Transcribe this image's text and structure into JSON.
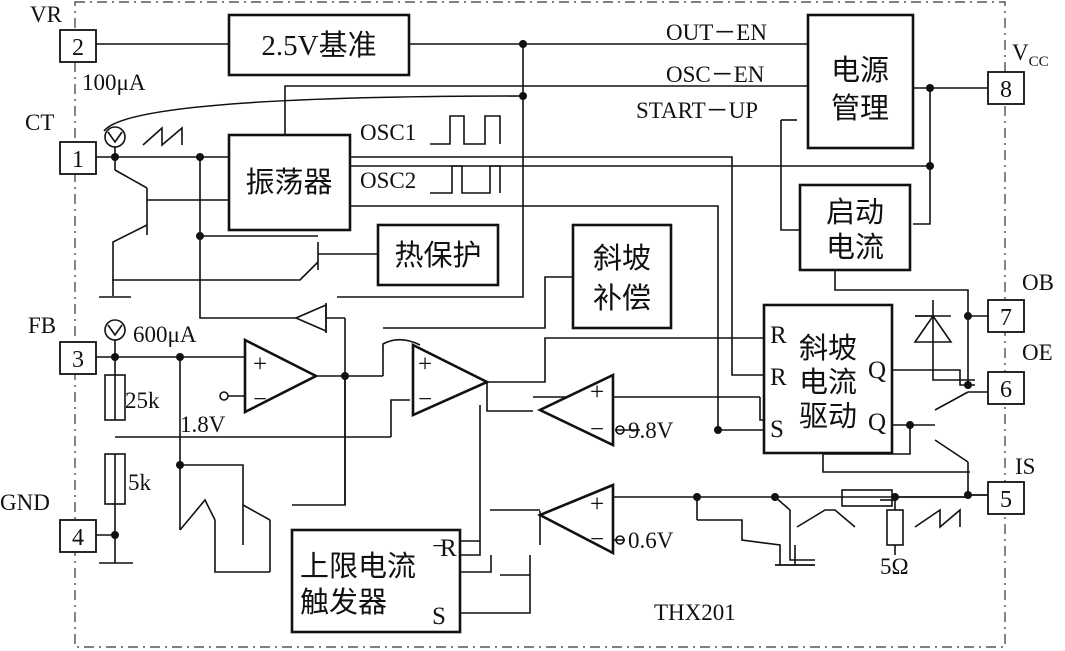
{
  "chip": {
    "name": "THX201"
  },
  "pins": {
    "p1": {
      "num": "1",
      "name": "CT"
    },
    "p2": {
      "num": "2",
      "name": "VR"
    },
    "p3": {
      "num": "3",
      "name": "FB"
    },
    "p4": {
      "num": "4",
      "name": "GND"
    },
    "p5": {
      "num": "5",
      "name": "IS"
    },
    "p6": {
      "num": "6",
      "name": "OE"
    },
    "p7": {
      "num": "7",
      "name": "OB"
    },
    "p8": {
      "num": "8",
      "name": "V",
      "sub": "CC"
    }
  },
  "blocks": {
    "ref": "2.5V基准",
    "osc": "振荡器",
    "thermal": "热保护",
    "power_line1": "电源",
    "power_line2": "管理",
    "start_line1": "启动",
    "start_line2": "电流",
    "slope_line1": "斜坡",
    "slope_line2": "补偿",
    "driver_line1": "斜坡",
    "driver_line2": "电流",
    "driver_line3": "驱动",
    "ocp_line1": "上限电流",
    "ocp_line2": "触发器"
  },
  "signals": {
    "out_en": "OUT－EN",
    "osc_en": "OSC－EN",
    "start_up": "START－UP",
    "osc1": "OSC1",
    "osc2": "OSC2"
  },
  "labels": {
    "i100": "100μA",
    "i600": "600μA",
    "r25k": "25k",
    "r5k": "5k",
    "v18": "1.8V",
    "v98": "9.8V",
    "v06": "0.6V",
    "r5ohm": "5Ω"
  },
  "ports": {
    "drv_r1": "R",
    "drv_r2": "R",
    "drv_s": "S",
    "drv_q1": "Q",
    "drv_q2": "Q",
    "ff_r": "R",
    "ff_s": "S",
    "plus": "+",
    "minus": "−"
  }
}
